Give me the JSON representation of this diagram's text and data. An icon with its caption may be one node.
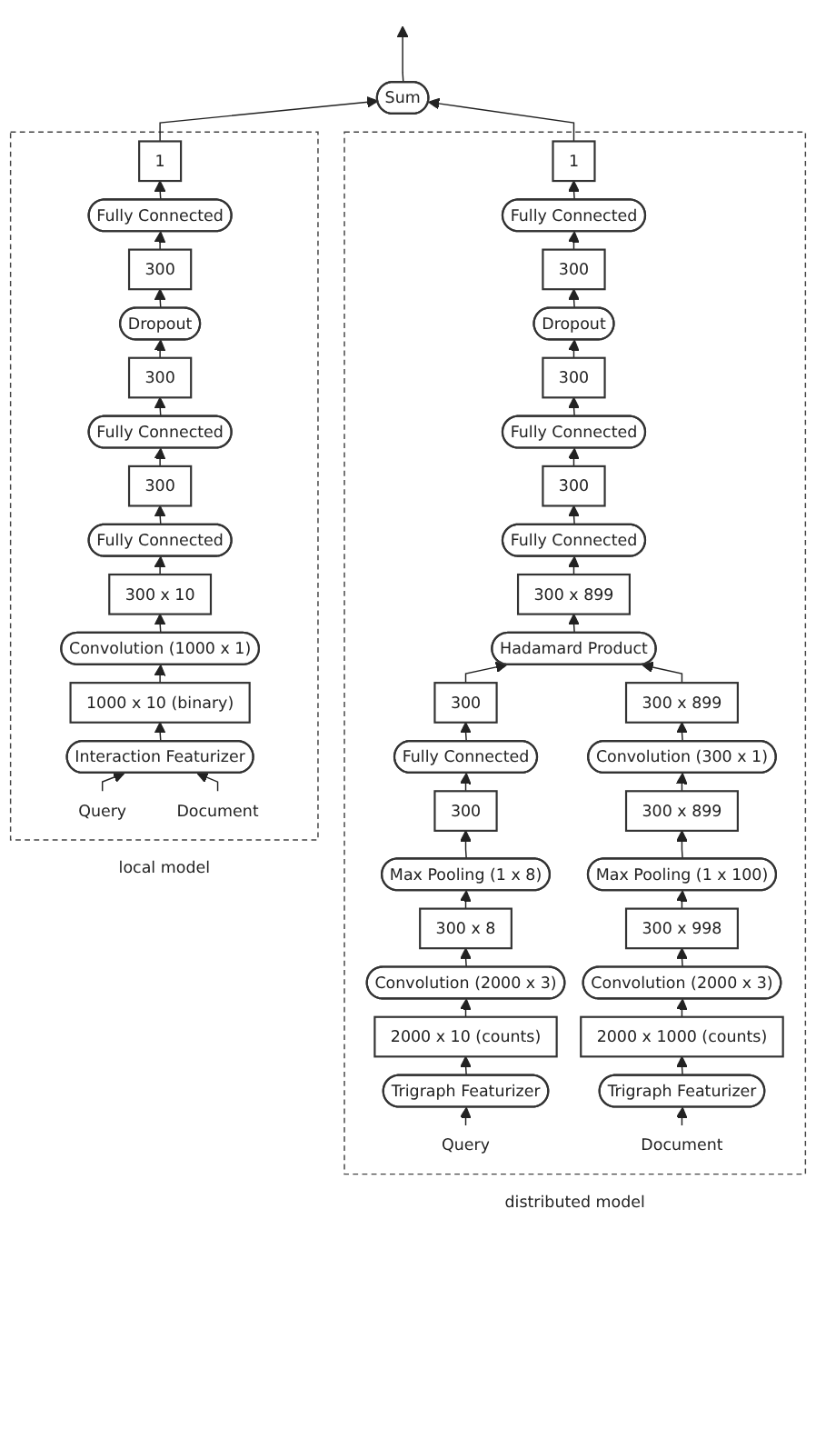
{
  "diagram": {
    "nodes": [
      {
        "text": [
          "Sum"
        ]
      },
      {
        "text": [
          "local model"
        ]
      },
      {
        "text": [
          "1"
        ],
        "in": 1
      },
      {
        "text": [
          "Fully Connected"
        ],
        "in": 1
      },
      {
        "text": [
          "300"
        ],
        "in": 1
      },
      {
        "text": [
          "Dropout"
        ],
        "in": 1
      },
      {
        "text": [
          "300"
        ],
        "in": 1
      },
      {
        "text": [
          "Fully Connected"
        ],
        "in": 1
      },
      {
        "text": [
          "300"
        ],
        "in": 1
      },
      {
        "text": [
          "Fully Connected"
        ],
        "in": 1
      },
      {
        "text": [
          "300 x 10"
        ],
        "in": 1
      },
      {
        "text": [
          "Convolution (1000 x 1)"
        ],
        "in": 1
      },
      {
        "text": [
          "1000 x 10 (binary)"
        ],
        "in": 1
      },
      {
        "text": [
          "Interaction Featurizer"
        ],
        "in": 1
      },
      {
        "text": [
          "Query"
        ],
        "in": 1
      },
      {
        "text": [
          "Document"
        ],
        "in": 1
      },
      {
        "text": [
          "distributed model"
        ]
      },
      {
        "text": [
          "1"
        ],
        "in": 16
      },
      {
        "text": [
          "Fully Connected"
        ],
        "in": 16
      },
      {
        "text": [
          "300"
        ],
        "in": 16
      },
      {
        "text": [
          "Dropout"
        ],
        "in": 16
      },
      {
        "text": [
          "300"
        ],
        "in": 16
      },
      {
        "text": [
          "Fully Connected"
        ],
        "in": 16
      },
      {
        "text": [
          "300"
        ],
        "in": 16
      },
      {
        "text": [
          "Fully Connected"
        ],
        "in": 16
      },
      {
        "text": [
          "300 x 899"
        ],
        "in": 16
      },
      {
        "text": [
          "Hadamard Product"
        ],
        "in": 16
      },
      {
        "text": [
          "300"
        ],
        "in": 16
      },
      {
        "text": [
          "Fully Connected"
        ],
        "in": 16
      },
      {
        "text": [
          "300"
        ],
        "in": 16
      },
      {
        "text": [
          "Max Pooling (1 x 8)"
        ],
        "in": 16
      },
      {
        "text": [
          "300 x 8"
        ],
        "in": 16
      },
      {
        "text": [
          "Convolution (2000 x 3)"
        ],
        "in": 16
      },
      {
        "text": [
          "2000 x 10 (counts)"
        ],
        "in": 16
      },
      {
        "text": [
          "Trigraph Featurizer"
        ],
        "in": 16
      },
      {
        "text": [
          "Query"
        ],
        "in": 16
      },
      {
        "text": [
          "300 x 899"
        ],
        "in": 16
      },
      {
        "text": [
          "Convolution (300 x 1)"
        ],
        "in": 16
      },
      {
        "text": [
          "300 x 899"
        ],
        "in": 16
      },
      {
        "text": [
          "Max Pooling (1 x 100)"
        ],
        "in": 16
      },
      {
        "text": [
          "300 x 998"
        ],
        "in": 16
      },
      {
        "text": [
          "Convolution (2000 x 3)"
        ],
        "in": 16
      },
      {
        "text": [
          "2000 x 1000 (counts)"
        ],
        "in": 16
      },
      {
        "text": [
          "Trigraph Featurizer"
        ],
        "in": 16
      },
      {
        "text": [
          "Document"
        ],
        "in": 16
      }
    ],
    "edges": [
      {
        "from": 14,
        "to": 13,
        "arrow": "to"
      },
      {
        "from": 15,
        "to": 13,
        "arrow": "to"
      },
      {
        "from": 13,
        "to": 12,
        "arrow": "to"
      },
      {
        "from": 12,
        "to": 11,
        "arrow": "to"
      },
      {
        "from": 11,
        "to": 10,
        "arrow": "to"
      },
      {
        "from": 10,
        "to": 9,
        "arrow": "to"
      },
      {
        "from": 9,
        "to": 8,
        "arrow": "to"
      },
      {
        "from": 8,
        "to": 7,
        "arrow": "to"
      },
      {
        "from": 7,
        "to": 6,
        "arrow": "to"
      },
      {
        "from": 6,
        "to": 5,
        "arrow": "to"
      },
      {
        "from": 5,
        "to": 4,
        "arrow": "to"
      },
      {
        "from": 4,
        "to": 3,
        "arrow": "to"
      },
      {
        "from": 3,
        "to": 2,
        "arrow": "to"
      },
      {
        "from": 2,
        "to": 0,
        "arrow": "to"
      },
      {
        "from": 35,
        "to": 34,
        "arrow": "to"
      },
      {
        "from": 34,
        "to": 33,
        "arrow": "to"
      },
      {
        "from": 33,
        "to": 32,
        "arrow": "to"
      },
      {
        "from": 32,
        "to": 31,
        "arrow": "to"
      },
      {
        "from": 31,
        "to": 30,
        "arrow": "to"
      },
      {
        "from": 30,
        "to": 29,
        "arrow": "to"
      },
      {
        "from": 29,
        "to": 28,
        "arrow": "to"
      },
      {
        "from": 28,
        "to": 27,
        "arrow": "to"
      },
      {
        "from": 27,
        "to": 26,
        "arrow": "to"
      },
      {
        "from": 44,
        "to": 43,
        "arrow": "to"
      },
      {
        "from": 43,
        "to": 42,
        "arrow": "to"
      },
      {
        "from": 42,
        "to": 41,
        "arrow": "to"
      },
      {
        "from": 41,
        "to": 40,
        "arrow": "to"
      },
      {
        "from": 40,
        "to": 39,
        "arrow": "to"
      },
      {
        "from": 39,
        "to": 38,
        "arrow": "to"
      },
      {
        "from": 38,
        "to": 37,
        "arrow": "to"
      },
      {
        "from": 37,
        "to": 36,
        "arrow": "to"
      },
      {
        "from": 36,
        "to": 26,
        "arrow": "to"
      },
      {
        "from": 26,
        "to": 25,
        "arrow": "to"
      },
      {
        "from": 25,
        "to": 24,
        "arrow": "to"
      },
      {
        "from": 24,
        "to": 23,
        "arrow": "to"
      },
      {
        "from": 23,
        "to": 22,
        "arrow": "to"
      },
      {
        "from": 22,
        "to": 21,
        "arrow": "to"
      },
      {
        "from": 21,
        "to": 20,
        "arrow": "to"
      },
      {
        "from": 20,
        "to": 19,
        "arrow": "to"
      },
      {
        "from": 19,
        "to": 18,
        "arrow": "to"
      },
      {
        "from": 18,
        "to": 17,
        "arrow": "to"
      },
      {
        "from": 17,
        "to": 0,
        "arrow": "to"
      },
      {
        "from": 0,
        "to": null,
        "arrow": "to"
      }
    ]
  }
}
